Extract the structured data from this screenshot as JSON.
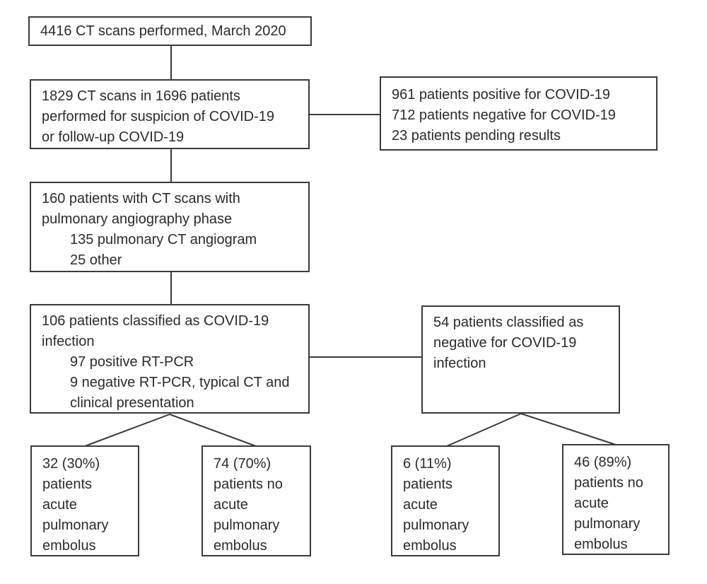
{
  "colors": {
    "box_border": "#3a3a3a",
    "text": "#2b2b2b",
    "background": "#ffffff",
    "connector": "#3a3a3a"
  },
  "flowchart": {
    "total_ct_scans": {
      "lines": [
        "4416 CT scans performed, March 2020"
      ]
    },
    "covid_suspicion_scans": {
      "lines": [
        "1829 CT scans in 1696 patients",
        "performed for suspicion of COVID-19",
        "or follow-up COVID-19"
      ]
    },
    "covid_test_results": {
      "lines": [
        "961 patients positive for COVID-19",
        "712 patients negative for COVID-19",
        "23 patients pending results"
      ]
    },
    "angiography_patients": {
      "lines": [
        "160 patients with CT scans with",
        "pulmonary angiography phase",
        "135 pulmonary CT angiogram",
        "25 other"
      ]
    },
    "covid_positive_group": {
      "lines": [
        "106 patients classified as COVID-19",
        "infection",
        "97 positive RT-PCR",
        "9 negative RT-PCR, typical CT and",
        "clinical presentation"
      ]
    },
    "covid_negative_group": {
      "lines": [
        "54 patients classified as",
        "negative for COVID-19",
        "infection"
      ]
    },
    "positive_with_pe": {
      "lines": [
        "32 (30%)",
        "patients",
        "acute",
        "pulmonary",
        "embolus"
      ]
    },
    "positive_without_pe": {
      "lines": [
        "74 (70%)",
        "patients no",
        "acute",
        "pulmonary",
        "embolus"
      ]
    },
    "negative_with_pe": {
      "lines": [
        "6 (11%)",
        "patients",
        "acute",
        "pulmonary",
        "embolus"
      ]
    },
    "negative_without_pe": {
      "lines": [
        "46 (89%)",
        "patients no",
        "acute",
        "pulmonary",
        "embolus"
      ]
    }
  }
}
